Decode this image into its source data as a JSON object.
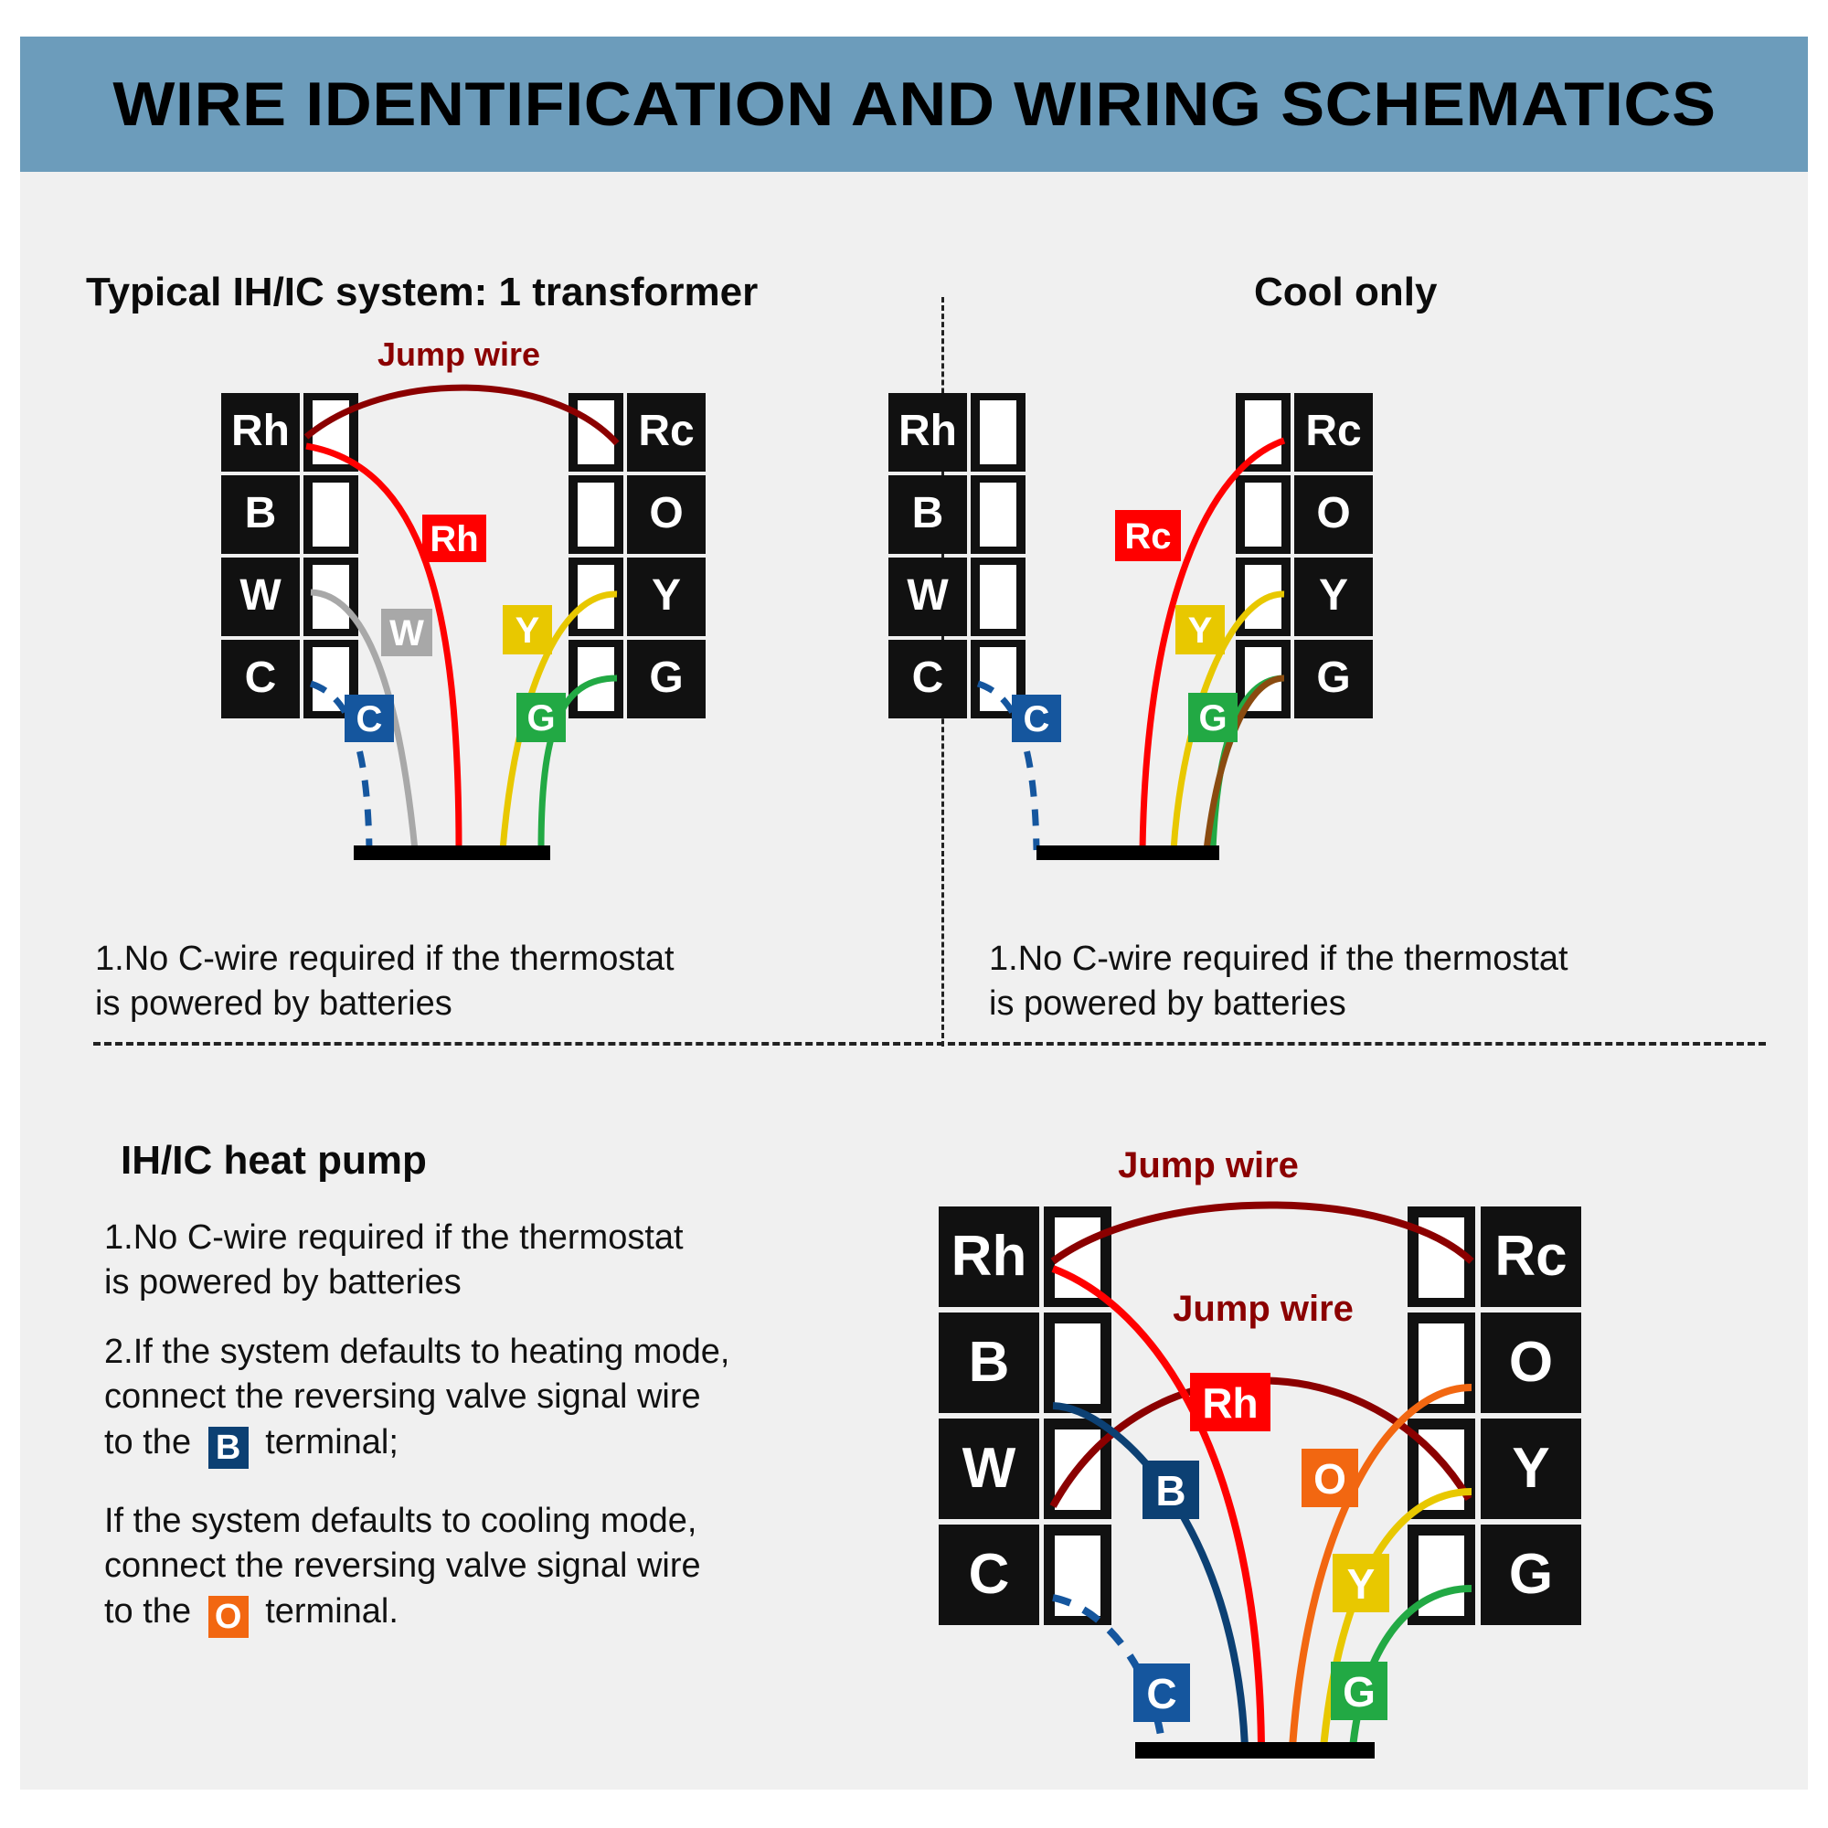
{
  "banner": {
    "title": "WIRE IDENTIFICATION AND WIRING SCHEMATICS",
    "bg": "#6c9cbb",
    "text_color": "#000000"
  },
  "page": {
    "background": "#f0f0f0",
    "outer_background": "#ffffff"
  },
  "panels": {
    "top_left": {
      "title": "Typical IH/IC system: 1 transformer",
      "note": "1.No C-wire required if the thermostat\n   is powered by batteries",
      "jump_wire_label": "Jump wire",
      "left_terminals": [
        "Rh",
        "B",
        "W",
        "C"
      ],
      "right_terminals": [
        "Rc",
        "O",
        "Y",
        "G"
      ],
      "wires": [
        {
          "label": "Rh",
          "color": "#ff0000",
          "to": "Rh",
          "style": "solid"
        },
        {
          "label": "W",
          "color": "#a8a8a8",
          "to": "W",
          "style": "solid"
        },
        {
          "label": "C",
          "color": "#15569e",
          "to": "C",
          "style": "dashed"
        },
        {
          "label": "Y",
          "color": "#e8c800",
          "to": "Y",
          "style": "solid"
        },
        {
          "label": "G",
          "color": "#22a944",
          "to": "G",
          "style": "solid"
        }
      ],
      "jumpers": [
        {
          "from": "Rh",
          "to": "Rc",
          "color": "#8b0000"
        }
      ]
    },
    "top_right": {
      "title": "Cool only",
      "note": "1.No C-wire required if the thermostat\n   is powered by batteries",
      "left_terminals": [
        "Rh",
        "B",
        "W",
        "C"
      ],
      "right_terminals": [
        "Rc",
        "O",
        "Y",
        "G"
      ],
      "wires": [
        {
          "label": "Rc",
          "color": "#ff0000",
          "to": "Rc",
          "style": "solid"
        },
        {
          "label": "C",
          "color": "#15569e",
          "to": "C",
          "style": "dashed"
        },
        {
          "label": "Y",
          "color": "#e8c800",
          "to": "Y",
          "style": "solid"
        },
        {
          "label": "G",
          "color": "#22a944",
          "to": "G",
          "style": "solid"
        },
        {
          "label": "",
          "color": "#8a4b10",
          "to": "G",
          "style": "solid"
        }
      ],
      "jumpers": []
    },
    "bottom": {
      "title": "IH/IC heat pump",
      "note1": "1.No C-wire required if the thermostat\n   is powered by batteries",
      "note2_a": "2.If the system defaults to heating mode,",
      "note2_b": "connect the reversing valve signal wire",
      "note2_c_pre": "to the",
      "note2_c_chip": "B",
      "note2_c_post": "terminal;",
      "note3_a": "If the system defaults to cooling mode,",
      "note3_b": "connect the reversing valve signal wire",
      "note3_c_pre": "to the",
      "note3_c_chip": "O",
      "note3_c_post": "terminal.",
      "jump_wire_label_1": "Jump wire",
      "jump_wire_label_2": "Jump wire",
      "left_terminals": [
        "Rh",
        "B",
        "W",
        "C"
      ],
      "right_terminals": [
        "Rc",
        "O",
        "Y",
        "G"
      ],
      "wires": [
        {
          "label": "B",
          "color": "#0c4073",
          "to": "B",
          "style": "solid"
        },
        {
          "label": "Rh",
          "color": "#ff0000",
          "to": "Rh",
          "style": "solid"
        },
        {
          "label": "O",
          "color": "#f26711",
          "to": "O",
          "style": "solid"
        },
        {
          "label": "Y",
          "color": "#e8c800",
          "to": "Y",
          "style": "solid"
        },
        {
          "label": "G",
          "color": "#22a944",
          "to": "G",
          "style": "solid"
        },
        {
          "label": "C",
          "color": "#15569e",
          "to": "C",
          "style": "dashed"
        }
      ],
      "jumpers": [
        {
          "from": "Rh",
          "to": "Rc",
          "color": "#8b0000"
        },
        {
          "from": "W",
          "to": "Y",
          "color": "#8b0000"
        }
      ]
    }
  },
  "colors": {
    "terminal_block": "#111111",
    "terminal_slot": "#ffffff",
    "jump_wire": "#8b0000",
    "red": "#ff0000",
    "gray": "#a8a8a8",
    "blue": "#15569e",
    "navy": "#0c4073",
    "gold": "#e8c800",
    "green": "#22a944",
    "orange": "#f26711",
    "brown": "#8a4b10",
    "ground_bar": "#000000"
  }
}
